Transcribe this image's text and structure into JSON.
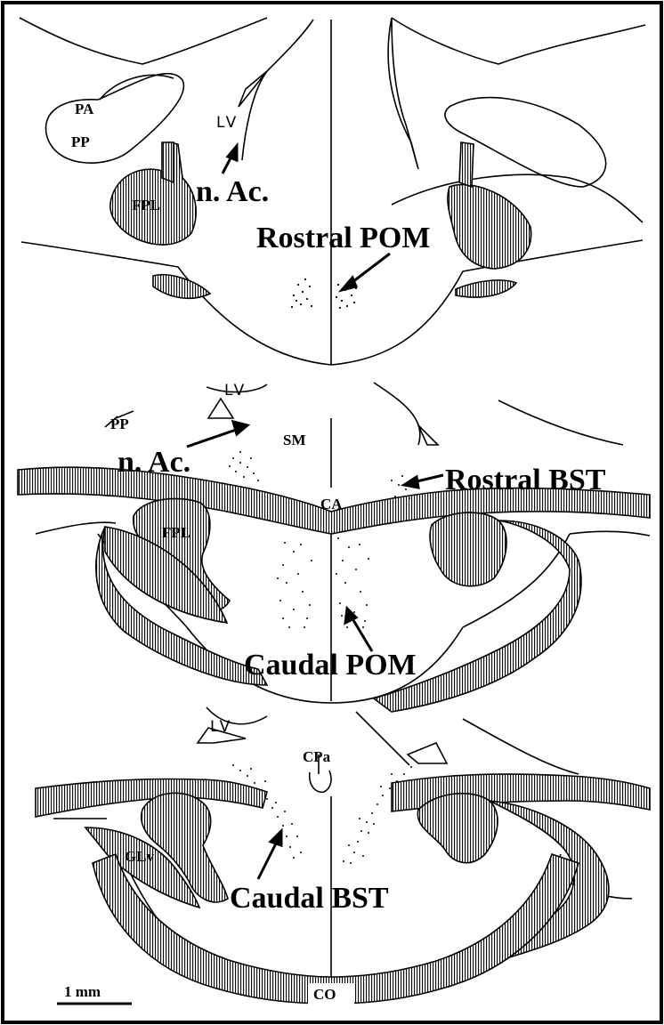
{
  "labels": {
    "pa": "PA",
    "pp1": "PP",
    "lv1": "LV",
    "nac1": "n. Ac.",
    "fpl1": "FPL",
    "rostral_pom": "Rostral POM",
    "lv2": "LV",
    "pp2": "PP",
    "sm": "SM",
    "nac2": "n. Ac.",
    "rostral_bst": "Rostral BST",
    "ca": "CA",
    "fpl2": "FPL",
    "caudal_pom": "Caudal POM",
    "lv3": "LV",
    "cpa": "CPa",
    "glv": "GLv",
    "caudal_bst": "Caudal BST",
    "co": "CO"
  },
  "scale_bar": {
    "label": "1 mm"
  },
  "colors": {
    "ink": "#000000",
    "background": "#ffffff"
  }
}
